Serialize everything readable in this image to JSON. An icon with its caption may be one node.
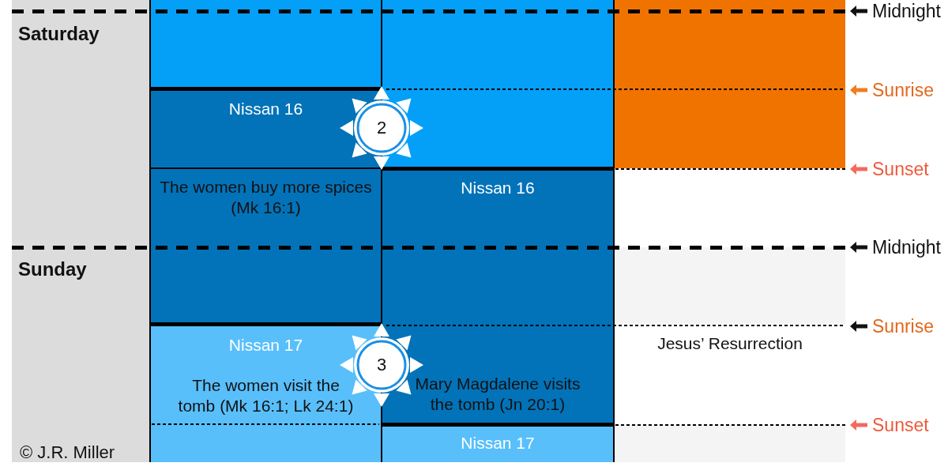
{
  "diagram": {
    "nodes": [
      {
        "text": [],
        "shape": "box"
      },
      {
        "text": [],
        "shape": "box"
      },
      {
        "text": [],
        "shape": "box"
      },
      {
        "text": [
          "Nissan 16"
        ]
      },
      {
        "text": [
          "2"
        ]
      },
      {
        "text": [
          "The women buy more spices (Mk 16:1)"
        ]
      },
      {
        "text": [
          "Nissan 16",
          "Mary Magdalene visits the tomb (Jn 20:1)"
        ]
      },
      {
        "text": [],
        "shape": "box"
      },
      {
        "text": [
          "Nissan 17",
          "The women visit the tomb (Mk 16:1; Lk 24:1)"
        ]
      },
      {
        "text": [
          "3"
        ]
      },
      {
        "text": [
          "Nissan 17"
        ]
      },
      {
        "text": [],
        "shape": "box"
      }
    ],
    "labels": [
      "Midnight",
      "Saturday",
      "Sunrise",
      "Sunset",
      "Midnight",
      "Sunday",
      "Sunrise",
      "Jesus’ Resurrection",
      "Sunset",
      "© J.R. Miller"
    ]
  }
}
